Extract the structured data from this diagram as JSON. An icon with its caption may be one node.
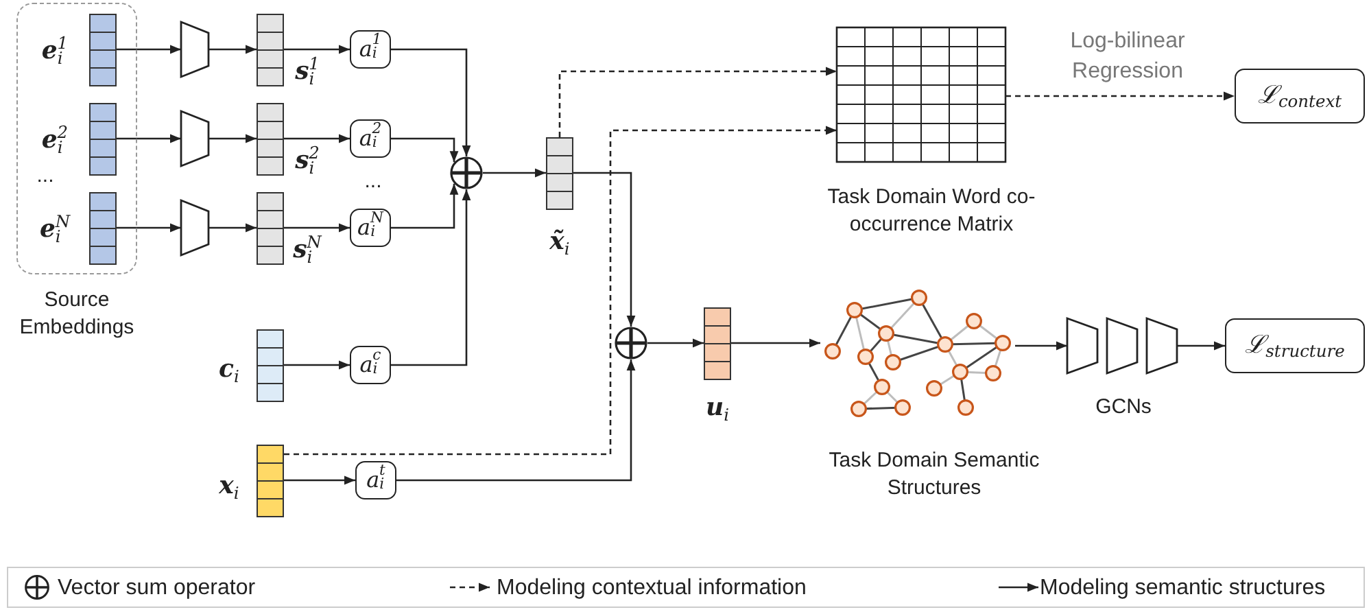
{
  "diagram": {
    "nodes": [
      {
        "text": [
          "Source Embeddings"
        ]
      },
      {
        "text": [],
        "shape": "bar",
        "in": 0,
        "beside": [
          "**e**$_{i}$$^{1}$"
        ]
      },
      {
        "text": [],
        "shape": "bar",
        "in": 0,
        "beside": [
          "**e**$_{i}$$^{2}$"
        ]
      },
      {
        "text": [],
        "shape": "bar",
        "in": 0,
        "beside": [
          "**e**$_{i}$$^{N}$"
        ]
      },
      {
        "text": [],
        "shape": "trapezoid"
      },
      {
        "text": [],
        "shape": "trapezoid"
      },
      {
        "text": [],
        "shape": "trapezoid"
      },
      {
        "text": [],
        "shape": "bar",
        "beside": [
          "**s**$_{i}$$^{1}$"
        ]
      },
      {
        "text": [],
        "shape": "bar",
        "beside": [
          "**s**$_{i}$$^{2}$"
        ]
      },
      {
        "text": [],
        "shape": "bar",
        "beside": [
          "**s**$_{i}$$^{N}$"
        ]
      },
      {
        "text": [
          "a$_{i}$$^{1}$"
        ]
      },
      {
        "text": [
          "a$_{i}$$^{2}$"
        ]
      },
      {
        "text": [
          "a$_{i}$$^{N}$"
        ]
      },
      {
        "text": [],
        "shape": "circle"
      },
      {
        "text": [],
        "shape": "bar",
        "beside": [
          "**c**$_{i}$"
        ]
      },
      {
        "text": [
          "a$_{i}$$^{c}$"
        ]
      },
      {
        "text": [],
        "shape": "bar",
        "beside": [
          "**x**$_{i}$"
        ]
      },
      {
        "text": [
          "a$_{i}$$^{t}$"
        ]
      },
      {
        "text": [],
        "shape": "bar",
        "beside": [
          "**x̃**$_{i}$"
        ]
      },
      {
        "text": [],
        "shape": "circle"
      },
      {
        "text": [],
        "shape": "bar",
        "beside": [
          "**u**$_{i}$"
        ]
      },
      {
        "text": [],
        "shape": "grid",
        "beside": [
          "Task Domain Word co-occurrence Matrix"
        ]
      },
      {
        "text": [
          "ℒ$_{context}$"
        ]
      },
      {
        "text": [],
        "shape": "picture",
        "beside": [
          "Task Domain Semantic Structures"
        ]
      },
      {
        "text": [],
        "shape": "trapezoid",
        "beside": [
          "GCNs"
        ]
      },
      {
        "text": [
          "ℒ$_{structure}$"
        ]
      }
    ],
    "edges": [
      {
        "from": 1,
        "to": 4,
        "arrow": "to"
      },
      {
        "from": 4,
        "to": 7,
        "arrow": "to"
      },
      {
        "from": 7,
        "to": 10,
        "arrow": "to"
      },
      {
        "from": 10,
        "to": 13,
        "arrow": "to"
      },
      {
        "from": 2,
        "to": 5,
        "arrow": "to"
      },
      {
        "from": 5,
        "to": 8,
        "arrow": "to"
      },
      {
        "from": 8,
        "to": 11,
        "arrow": "to"
      },
      {
        "from": 11,
        "to": 13,
        "arrow": "to"
      },
      {
        "from": 3,
        "to": 6,
        "arrow": "to"
      },
      {
        "from": 6,
        "to": 9,
        "arrow": "to"
      },
      {
        "from": 9,
        "to": 12,
        "arrow": "to"
      },
      {
        "from": 12,
        "to": 13,
        "arrow": "to"
      },
      {
        "from": 14,
        "to": 15,
        "arrow": "to"
      },
      {
        "from": 15,
        "to": 13,
        "arrow": "to"
      },
      {
        "from": 13,
        "to": 18,
        "arrow": "to"
      },
      {
        "from": 18,
        "to": 19,
        "arrow": "to"
      },
      {
        "from": 16,
        "to": 17,
        "arrow": "to"
      },
      {
        "from": 17,
        "to": 19,
        "arrow": "to"
      },
      {
        "from": 18,
        "to": 21,
        "arrow": "to",
        "style": "dashed"
      },
      {
        "from": 16,
        "to": 21,
        "arrow": "to",
        "style": "dashed"
      },
      {
        "from": 19,
        "to": 20,
        "arrow": "to"
      },
      {
        "from": 20,
        "to": 23,
        "arrow": "to"
      },
      {
        "from": 21,
        "to": 22,
        "arrow": "to",
        "style": "dashed",
        "label": "Log-bilinear Regression"
      },
      {
        "from": 23,
        "to": 24,
        "arrow": "to"
      },
      {
        "from": 24,
        "to": 25,
        "arrow": "to"
      }
    ],
    "labels": [
      "...",
      "..."
    ],
    "legend": [
      {
        "text": "Vector sum operator"
      },
      {
        "text": "Modeling contextual information"
      },
      {
        "text": "Modeling semantic structures"
      }
    ]
  }
}
